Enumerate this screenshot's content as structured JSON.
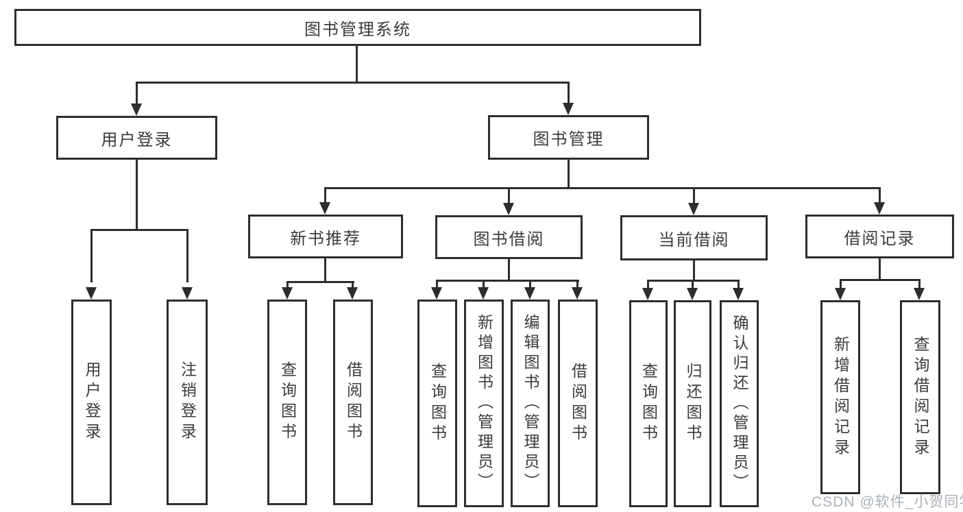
{
  "tree": {
    "label": "图书管理系统",
    "children": [
      {
        "label": "用户登录",
        "children": [
          {
            "label": "用户登录"
          },
          {
            "label": "注销登录"
          }
        ]
      },
      {
        "label": "图书管理",
        "children": [
          {
            "label": "新书推荐",
            "children": [
              {
                "label": "查询图书"
              },
              {
                "label": "借阅图书"
              }
            ]
          },
          {
            "label": "图书借阅",
            "children": [
              {
                "label": "查询图书"
              },
              {
                "label": "新增图书（管理员）"
              },
              {
                "label": "编辑图书（管理员）"
              },
              {
                "label": "借阅图书"
              }
            ]
          },
          {
            "label": "当前借阅",
            "children": [
              {
                "label": "查询图书"
              },
              {
                "label": "归还图书"
              },
              {
                "label": "确认归还（管理员）"
              }
            ]
          },
          {
            "label": "借阅记录",
            "children": [
              {
                "label": "新增借阅记录"
              },
              {
                "label": "查询借阅记录"
              }
            ]
          }
        ]
      }
    ]
  },
  "watermark": {
    "text": "CSDN @软件_小贺同学"
  },
  "colors": {
    "line": "#2d2d2d",
    "text": "#3b3b3b",
    "background": "#ffffff",
    "watermark": "#aab0b6"
  }
}
